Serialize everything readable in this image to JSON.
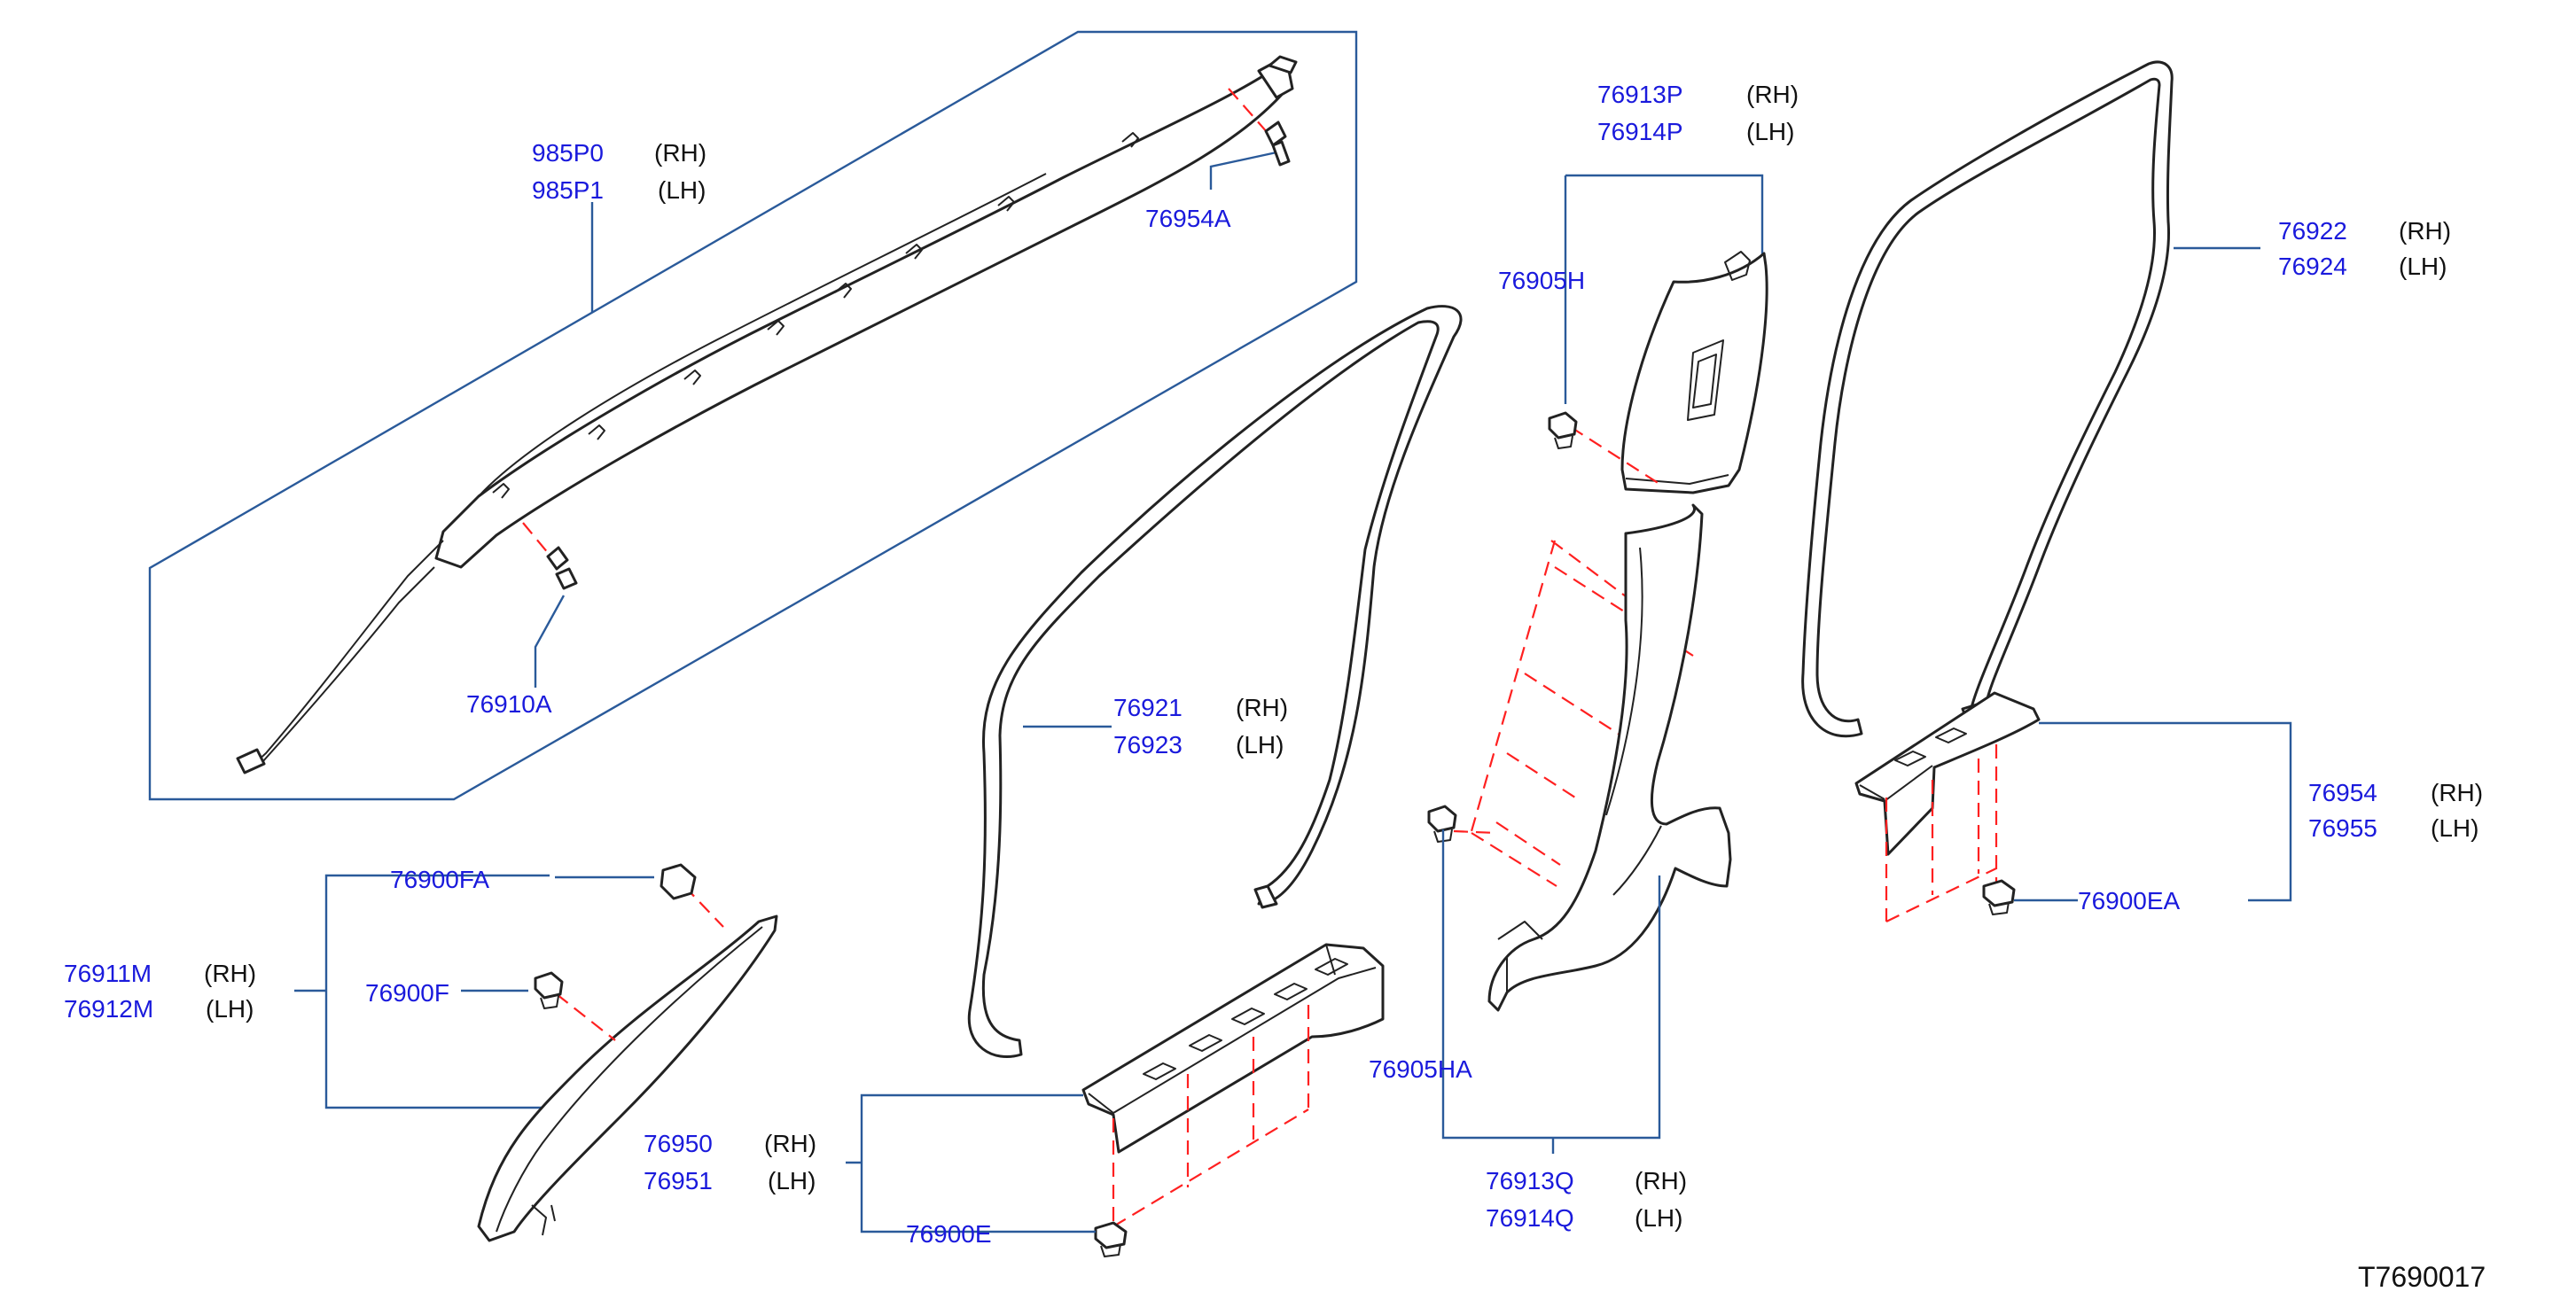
{
  "diagram_id": "T7690017",
  "colors": {
    "part_number": "#1a1adc",
    "leader_line": "#2a5a9a",
    "dashed_guide": "#ff2020",
    "outline": "#222222"
  },
  "labels": {
    "p985p0": "985P0",
    "p985p0_side": "(RH)",
    "p985p1": "985P1",
    "p985p1_side": "(LH)",
    "p76954a": "76954A",
    "p76910a": "76910A",
    "p76913p": "76913P",
    "p76913p_side": "(RH)",
    "p76914p": "76914P",
    "p76914p_side": "(LH)",
    "p76905h": "76905H",
    "p76922": "76922",
    "p76922_side": "(RH)",
    "p76924": "76924",
    "p76924_side": "(LH)",
    "p76921": "76921",
    "p76921_side": "(RH)",
    "p76923": "76923",
    "p76923_side": "(LH)",
    "p76954": "76954",
    "p76954_side": "(RH)",
    "p76955": "76955",
    "p76955_side": "(LH)",
    "p76900ea": "76900EA",
    "p76900fa": "76900FA",
    "p76911m": "76911M",
    "p76911m_side": "(RH)",
    "p76912m": "76912M",
    "p76912m_side": "(LH)",
    "p76900f": "76900F",
    "p76905ha": "76905HA",
    "p76950": "76950",
    "p76950_side": "(RH)",
    "p76951": "76951",
    "p76951_side": "(LH)",
    "p76900e": "76900E",
    "p76913q": "76913Q",
    "p76913q_side": "(RH)",
    "p76914q": "76914Q",
    "p76914q_side": "(LH)"
  }
}
